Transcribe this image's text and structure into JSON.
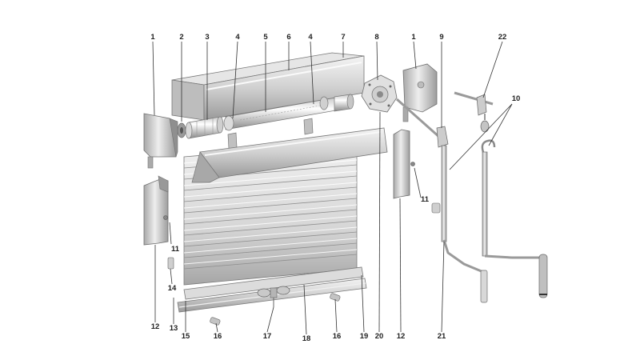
{
  "diagram": {
    "subject": "roller-shutter-exploded-view",
    "callouts": [
      {
        "id": "c1a",
        "label": "1"
      },
      {
        "id": "c2",
        "label": "2"
      },
      {
        "id": "c3",
        "label": "3"
      },
      {
        "id": "c4a",
        "label": "4"
      },
      {
        "id": "c5",
        "label": "5"
      },
      {
        "id": "c6",
        "label": "6"
      },
      {
        "id": "c4b",
        "label": "4"
      },
      {
        "id": "c7",
        "label": "7"
      },
      {
        "id": "c8",
        "label": "8"
      },
      {
        "id": "c1b",
        "label": "1"
      },
      {
        "id": "c9",
        "label": "9"
      },
      {
        "id": "c22",
        "label": "22"
      },
      {
        "id": "c10",
        "label": "10"
      },
      {
        "id": "c11a",
        "label": "11"
      },
      {
        "id": "c11b",
        "label": "11"
      },
      {
        "id": "c14",
        "label": "14"
      },
      {
        "id": "c12a",
        "label": "12"
      },
      {
        "id": "c13",
        "label": "13"
      },
      {
        "id": "c15",
        "label": "15"
      },
      {
        "id": "c16a",
        "label": "16"
      },
      {
        "id": "c17",
        "label": "17"
      },
      {
        "id": "c18",
        "label": "18"
      },
      {
        "id": "c16b",
        "label": "16"
      },
      {
        "id": "c19",
        "label": "19"
      },
      {
        "id": "c20",
        "label": "20"
      },
      {
        "id": "c12b",
        "label": "12"
      },
      {
        "id": "c21",
        "label": "21"
      }
    ]
  },
  "colors": {
    "background": "#ffffff",
    "metal_light": "#e8e8e8",
    "metal_mid": "#c4c4c4",
    "metal_dark": "#8c8c8c",
    "outline": "#6f6f6f",
    "label": "#222222"
  }
}
